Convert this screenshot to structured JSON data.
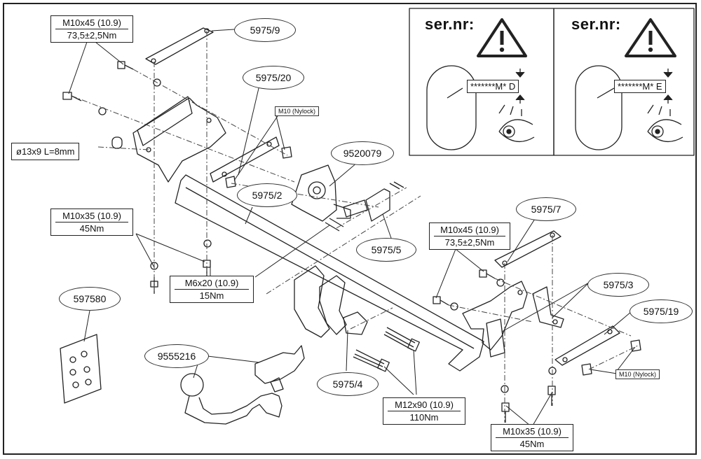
{
  "labels": {
    "bolt_top_left": {
      "line1": "M10x45 (10.9)",
      "line2": "73,5±2,5Nm"
    },
    "bolt_mid_left": {
      "line1": "M10x35 (10.9)",
      "line2": "45Nm"
    },
    "bolt_m6": {
      "line1": "M6x20 (10.9)",
      "line2": "15Nm"
    },
    "bolt_right_upper": {
      "line1": "M10x45 (10.9)",
      "line2": "73,5±2,5Nm"
    },
    "bolt_m12": {
      "line1": "M12x90 (10.9)",
      "line2": "110Nm"
    },
    "bolt_bottom_right": {
      "line1": "M10x35 (10.9)",
      "line2": "45Nm"
    },
    "spacer": "ø13x9 L=8mm",
    "nylock_top": "M10 (Nylock)",
    "nylock_bottom": "M10 (Nylock)"
  },
  "parts": {
    "p_5975_9": "5975/9",
    "p_5975_20": "5975/20",
    "p_9520079": "9520079",
    "p_5975_2": "5975/2",
    "p_5975_5": "5975/5",
    "p_5975_7": "5975/7",
    "p_5975_3": "5975/3",
    "p_5975_19": "5975/19",
    "p_597580": "597580",
    "p_9555216": "9555216",
    "p_5975_4": "5975/4"
  },
  "serial_panels": [
    {
      "title": "ser.nr:",
      "code": "*******M* D"
    },
    {
      "title": "ser.nr:",
      "code": "*******M* E"
    }
  ]
}
